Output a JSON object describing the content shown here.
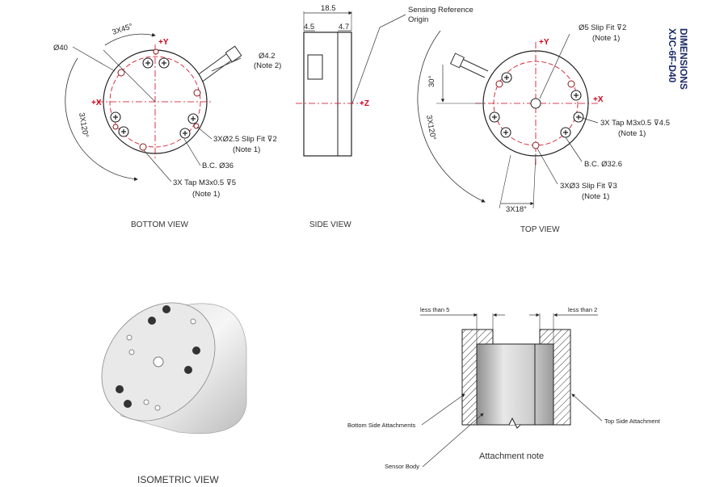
{
  "title": {
    "line1": "DIMENSIONS",
    "line2": "XJC-6F-D40"
  },
  "colors": {
    "axis": "#d0021b",
    "line": "#222222",
    "title": "#1a2a66"
  },
  "bottom_view": {
    "caption": "BOTTOM VIEW",
    "diameter": "Ø40",
    "angle45": "3X45°",
    "angle120": "3X120°",
    "cable_dia": "Ø4.2",
    "cable_note": "(Note 2)",
    "slip_fit": "3XØ2.5 Slip Fit ⊽2",
    "slip_note": "(Note 1)",
    "bc": "B.C. Ø36",
    "tap": "3X Tap M3x0.5 ⊽5",
    "tap_note": "(Note 1)",
    "axis_y": "+Y",
    "axis_x": "+X"
  },
  "side_view": {
    "caption": "SIDE VIEW",
    "width": "18.5",
    "left": "4.5",
    "right": "4.7",
    "axis_z": "+Z",
    "sensing": "Sensing Reference",
    "origin": "Origin"
  },
  "top_view": {
    "caption": "TOP VIEW",
    "slip_fit5": "Ø5 Slip Fit ⊽2",
    "slip5_note": "(Note 1)",
    "angle30": "30°",
    "angle120": "3X120°",
    "tap": "3X Tap M3x0.5 ⊽4.5",
    "tap_note": "(Note 1)",
    "bc": "B.C. Ø32.6",
    "slip_fit3": "3XØ3 Slip Fit ⊽3",
    "slip3_note": "(Note 1)",
    "angle18": "3X18°",
    "axis_y": "+Y",
    "axis_x": "+X"
  },
  "iso": {
    "caption": "ISOMETRIC VIEW"
  },
  "attachment": {
    "caption": "Attachment note",
    "less5": "less than 5",
    "less2": "less than 2",
    "bottom_side": "Bottom Side Attachments",
    "top_side": "Top Side Attachment",
    "sensor_body": "Sensor Body"
  }
}
